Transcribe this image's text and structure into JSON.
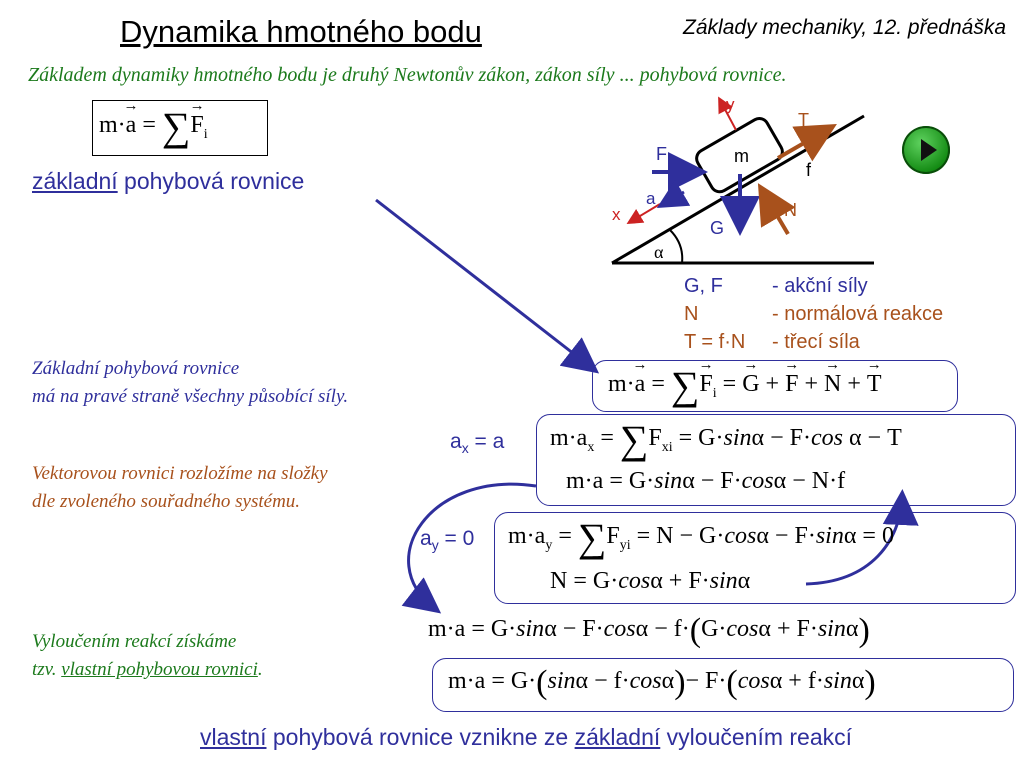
{
  "header": {
    "title": "Dynamika hmotného bodu",
    "subtitle": "Základy mechaniky, 12. přednáška"
  },
  "intro": "Základem dynamiky hmotného bodu je druhý Newtonův zákon, zákon síly ... pohybová rovnice.",
  "basic_eq_label": {
    "word": "základní",
    "rest": " pohybová rovnice"
  },
  "diagram": {
    "labels": {
      "y": "y",
      "x": "x",
      "T": "T",
      "F": "F",
      "m": "m",
      "f": "f",
      "a": "a",
      "N": "N",
      "G": "G",
      "alpha": "α"
    }
  },
  "legend": [
    {
      "sym": "G, F",
      "desc": "- akční síly"
    },
    {
      "sym": "N",
      "desc": "- normálová reakce"
    },
    {
      "sym": "T = f·N",
      "desc": "- třecí síla"
    }
  ],
  "notes": {
    "n1_line1": "Základní pohybová rovnice",
    "n1_line2": "má na pravé straně všechny působící síly.",
    "n2_line1": "Vektorovou rovnici rozložíme na složky",
    "n2_line2": "dle zvoleného souřadného systému.",
    "n3_line1": "Vyloučením reakcí získáme",
    "n3_prefix": "tzv. ",
    "n3_link": "vlastní pohybovou rovnici",
    "n3_suffix": "."
  },
  "conditions": {
    "ax": "a",
    "ax_sub": "x",
    "ax_val": " = a",
    "ay": "a",
    "ay_sub": "y",
    "ay_val": " = 0"
  },
  "footer": {
    "w1": "vlastní",
    "t1": " pohybová rovnice vznikne ze ",
    "w2": "základní",
    "t2": " vyloučením reakcí"
  },
  "colors": {
    "blue": "#2f2f9c",
    "green": "#1c7a1c",
    "brown": "#a8511c",
    "red": "#cc2222"
  },
  "icons": {
    "play": "play-button-icon"
  }
}
